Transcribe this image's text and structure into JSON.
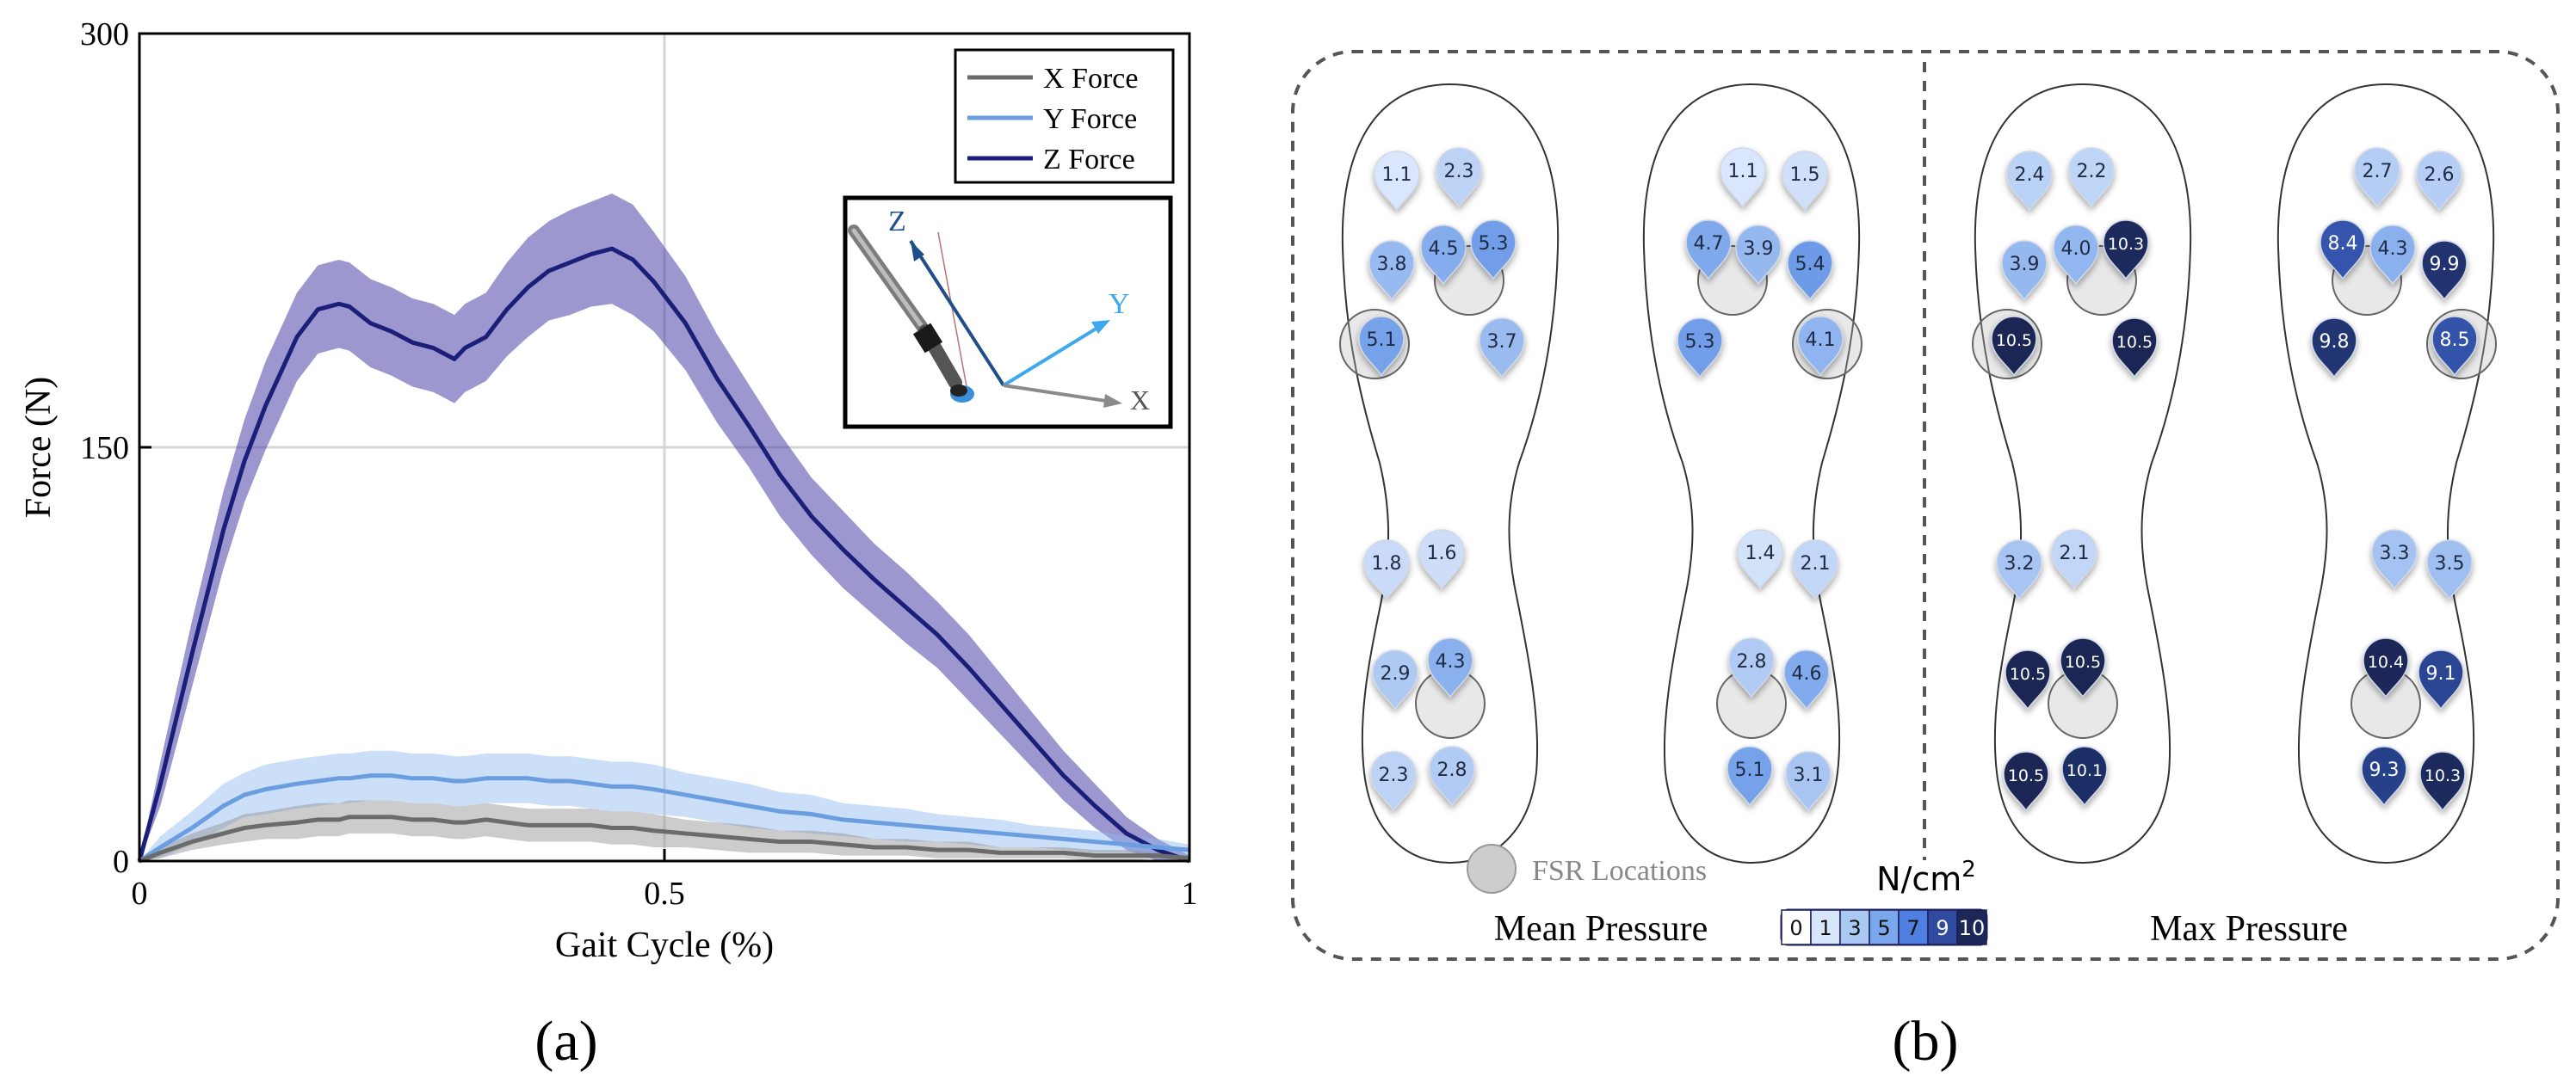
{
  "panel_a": {
    "label": "(a)",
    "chart_data": {
      "type": "line",
      "xlabel": "Gait Cycle (%)",
      "ylabel": "Force (N)",
      "xlim": [
        0,
        1
      ],
      "ylim": [
        0,
        300
      ],
      "x_ticks": [
        0,
        0.5,
        1
      ],
      "x_tick_labels": [
        "0",
        "0.5",
        "1"
      ],
      "y_ticks": [
        0,
        150,
        300
      ],
      "y_tick_labels": [
        "0",
        "150",
        "300"
      ],
      "grid": true,
      "legend_position": "top-right",
      "x": [
        0,
        0.02,
        0.05,
        0.08,
        0.1,
        0.12,
        0.15,
        0.17,
        0.19,
        0.2,
        0.22,
        0.24,
        0.26,
        0.28,
        0.3,
        0.31,
        0.33,
        0.35,
        0.37,
        0.39,
        0.41,
        0.43,
        0.45,
        0.47,
        0.49,
        0.52,
        0.55,
        0.58,
        0.61,
        0.64,
        0.67,
        0.7,
        0.73,
        0.76,
        0.79,
        0.82,
        0.85,
        0.88,
        0.91,
        0.94,
        0.97,
        1.0
      ],
      "series": [
        {
          "name": "X Force",
          "color": "#6b6b6b",
          "values": [
            0,
            3,
            7,
            10,
            12,
            13,
            14,
            15,
            15,
            16,
            16,
            16,
            15,
            15,
            14,
            14,
            15,
            14,
            13,
            13,
            13,
            13,
            12,
            12,
            11,
            10,
            9,
            8,
            7,
            7,
            6,
            5,
            5,
            4,
            4,
            3,
            3,
            3,
            2,
            2,
            2,
            1
          ],
          "band": [
            0,
            2,
            3,
            4,
            5,
            5,
            6,
            6,
            6,
            6,
            6,
            6,
            6,
            6,
            6,
            6,
            6,
            6,
            6,
            6,
            6,
            6,
            6,
            6,
            6,
            5,
            5,
            5,
            4,
            4,
            4,
            3,
            3,
            3,
            3,
            2,
            2,
            2,
            2,
            2,
            1,
            1
          ]
        },
        {
          "name": "Y Force",
          "color": "#6a9ee0",
          "values": [
            0,
            5,
            12,
            20,
            24,
            26,
            28,
            29,
            30,
            30,
            31,
            31,
            30,
            30,
            29,
            29,
            30,
            30,
            30,
            29,
            29,
            28,
            27,
            27,
            26,
            24,
            22,
            20,
            18,
            17,
            15,
            14,
            13,
            12,
            11,
            10,
            9,
            8,
            7,
            6,
            5,
            4
          ],
          "band": [
            0,
            4,
            6,
            8,
            8,
            9,
            9,
            9,
            9,
            9,
            9,
            9,
            9,
            9,
            9,
            9,
            9,
            9,
            9,
            9,
            9,
            9,
            9,
            9,
            9,
            8,
            8,
            8,
            7,
            7,
            6,
            6,
            6,
            5,
            5,
            5,
            4,
            4,
            4,
            3,
            3,
            2
          ]
        },
        {
          "name": "Z Force",
          "color": "#1b1f7a",
          "values": [
            0,
            28,
            75,
            120,
            145,
            165,
            190,
            200,
            202,
            201,
            195,
            192,
            188,
            186,
            182,
            186,
            190,
            200,
            208,
            214,
            217,
            220,
            222,
            218,
            210,
            195,
            175,
            158,
            140,
            125,
            113,
            102,
            92,
            82,
            70,
            57,
            44,
            31,
            20,
            10,
            4,
            0
          ],
          "band": [
            0,
            8,
            12,
            14,
            15,
            16,
            16,
            16,
            16,
            16,
            16,
            16,
            16,
            16,
            16,
            16,
            16,
            17,
            18,
            18,
            19,
            19,
            20,
            20,
            18,
            17,
            16,
            15,
            15,
            14,
            14,
            13,
            13,
            12,
            12,
            11,
            10,
            9,
            8,
            6,
            4,
            2
          ]
        }
      ],
      "inset": {
        "z_label": "Z",
        "y_label": "Y",
        "x_label": "X"
      }
    }
  },
  "panel_b": {
    "label": "(b)",
    "mean_title": "Mean Pressure",
    "max_title": "Max Pressure",
    "fsr_label": "FSR Locations",
    "unit": "N/cm",
    "unit_sup": "2",
    "colorbar_labels": [
      "0",
      "1",
      "3",
      "5",
      "7",
      "9",
      "10"
    ],
    "colorbar_colors": [
      "#ffffff",
      "#d7e6fb",
      "#aac9f3",
      "#7ba7ec",
      "#4f7fe0",
      "#2f4a9e",
      "#1c2758"
    ],
    "insoles": [
      {
        "name": "mean-left",
        "values": [
          "1.1",
          "2.3",
          "3.8",
          "4.5",
          "5.3",
          "5.1",
          "3.7",
          "1.8",
          "1.6",
          "2.9",
          "4.3",
          "2.3",
          "2.8"
        ]
      },
      {
        "name": "mean-right",
        "values": [
          "1.5",
          "1.1",
          "5.4",
          "3.9",
          "4.7",
          "4.1",
          "5.3",
          "2.1",
          "1.4",
          "4.6",
          "2.8",
          "3.1",
          "5.1"
        ]
      },
      {
        "name": "max-left",
        "values": [
          "2.4",
          "2.2",
          "3.9",
          "4.0",
          "10.3",
          "10.5",
          "10.5",
          "3.2",
          "2.1",
          "10.5",
          "10.5",
          "10.5",
          "10.1"
        ]
      },
      {
        "name": "max-right",
        "values": [
          "2.6",
          "2.7",
          "9.9",
          "4.3",
          "8.4",
          "8.5",
          "9.8",
          "3.5",
          "3.3",
          "9.1",
          "10.4",
          "10.3",
          "9.3"
        ]
      }
    ]
  }
}
